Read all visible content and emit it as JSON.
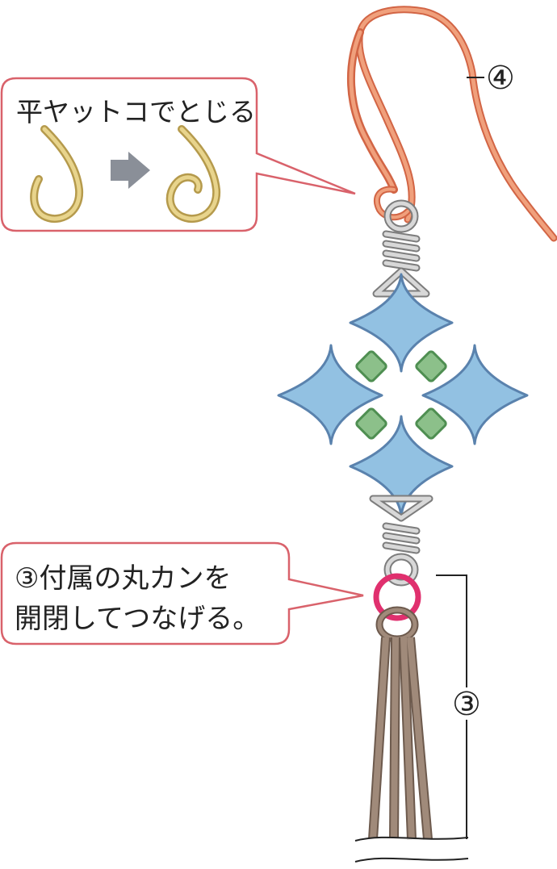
{
  "callouts": {
    "top": {
      "text": "平ヤットコでとじる"
    },
    "bottom": {
      "line1": "③付属の丸カンを",
      "line2": "開閉してつなげる。"
    }
  },
  "markers": {
    "hook": "④",
    "tassel": "③"
  },
  "colors": {
    "hook": "#f0a07c",
    "hook_edge": "#d26545",
    "bead": "#92c1e2",
    "bead_edge": "#5a82ad",
    "small_bead": "#8cc08a",
    "small_bead_edge": "#4f8f52",
    "wire": "#d8d8d8",
    "wire_edge": "#7d7d7d",
    "jump_ring": "#e0306e",
    "tassel": "#a08a7a",
    "tassel_edge": "#6d5a4d",
    "callout_border": "#d9626b",
    "hook_icon": "#d8c070",
    "arrow": "#8a8f98"
  }
}
